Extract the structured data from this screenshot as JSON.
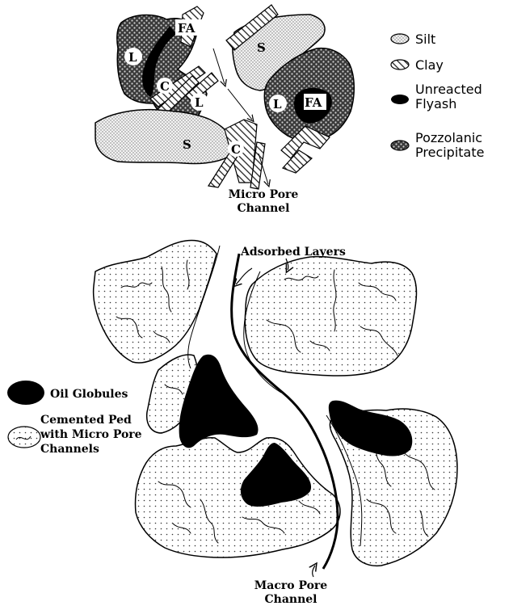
{
  "top_diagram": {
    "region_labels": {
      "fa1": "FA",
      "fa2": "FA",
      "l1": "L",
      "l2": "L",
      "l3": "L",
      "c1": "C",
      "c2": "C",
      "s1": "S",
      "s2": "S"
    },
    "channel_label_line1": "Micro Pore",
    "channel_label_line2": "Channel"
  },
  "legend": {
    "items": [
      {
        "label": "Silt"
      },
      {
        "label": "Clay"
      },
      {
        "label_line1": "Unreacted",
        "label_line2": "Flyash"
      },
      {
        "label_line1": "Pozzolanic",
        "label_line2": "Precipitate"
      }
    ]
  },
  "bottom_diagram": {
    "adsorbed_label": "Adsorbed Layers",
    "oil_label": "Oil Globules",
    "ped_label_line1": "Cemented Ped",
    "ped_label_line2": "with Micro Pore",
    "ped_label_line3": "Channels",
    "macro_label_line1": "Macro Pore",
    "macro_label_line2": "Channel"
  }
}
